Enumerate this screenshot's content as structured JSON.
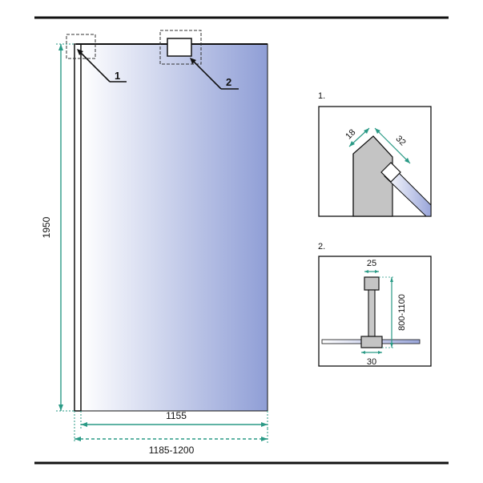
{
  "colors": {
    "dim": "#2a9a86",
    "ink": "#111111",
    "glass_start": "#ffffff",
    "glass_end": "#8f9ed6",
    "profile": "#b9b9b9"
  },
  "main": {
    "height_label": "1950",
    "width_inner_label": "1155",
    "width_outer_label": "1185-1200",
    "callout_1": "1",
    "callout_2": "2"
  },
  "detail1": {
    "title": "1.",
    "dim_a": "18",
    "dim_b": "32"
  },
  "detail2": {
    "title": "2.",
    "dim_top": "25",
    "dim_side": "800-1100",
    "dim_bottom": "30"
  }
}
